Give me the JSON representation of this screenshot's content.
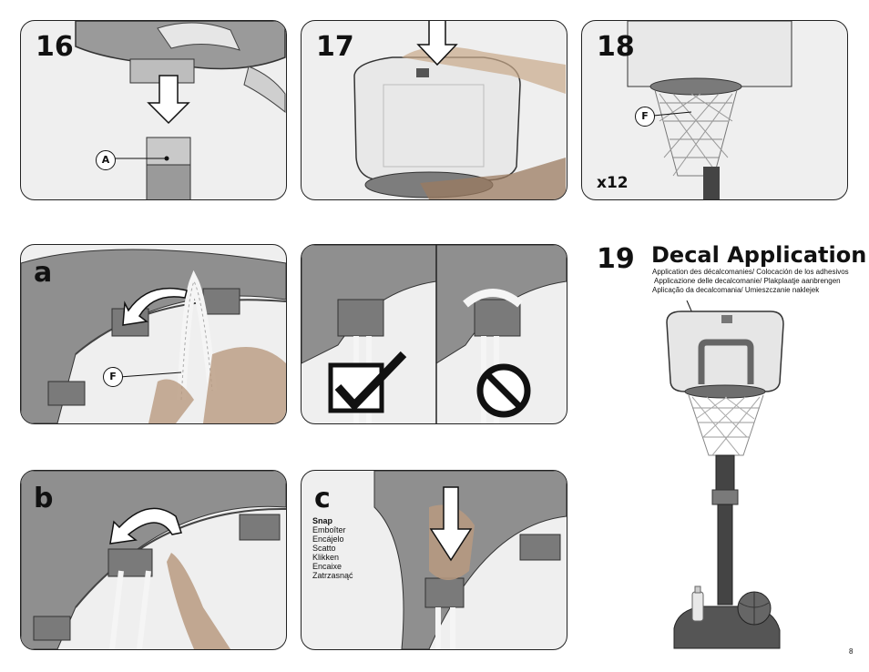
{
  "steps": {
    "s16": {
      "number": "16",
      "callout": "A"
    },
    "s17": {
      "number": "17"
    },
    "s18": {
      "number": "18",
      "callout": "F",
      "quantity": "x12"
    },
    "sa": {
      "letter": "a",
      "callout": "F"
    },
    "sb": {
      "letter": "b"
    },
    "sc": {
      "letter": "c",
      "snap_labels": [
        "Snap",
        "Emboîter",
        "Encájelo",
        "Scatto",
        "Klikken",
        "Encaixe",
        "Zatrzasnąć"
      ]
    },
    "s19": {
      "number": "19",
      "title": "Decal Application",
      "subtitles": [
        "Application des décalcomanies/ Colocación de los adhesivos",
        "Applicazione delle decalcomanie/ Plakplaatje aanbrengen",
        "Aplicação da decalcomania/ Umieszczanie naklejek"
      ]
    }
  },
  "page_number": "8",
  "colors": {
    "border": "#222222",
    "panel_bg": "#efefef",
    "plastic": "#8a8a8a",
    "plastic_dark": "#555555",
    "rope": "#f5f5f5"
  },
  "icons": [
    "down-arrow-icon",
    "curved-arrow-icon",
    "checkmark-icon",
    "prohibited-icon"
  ]
}
